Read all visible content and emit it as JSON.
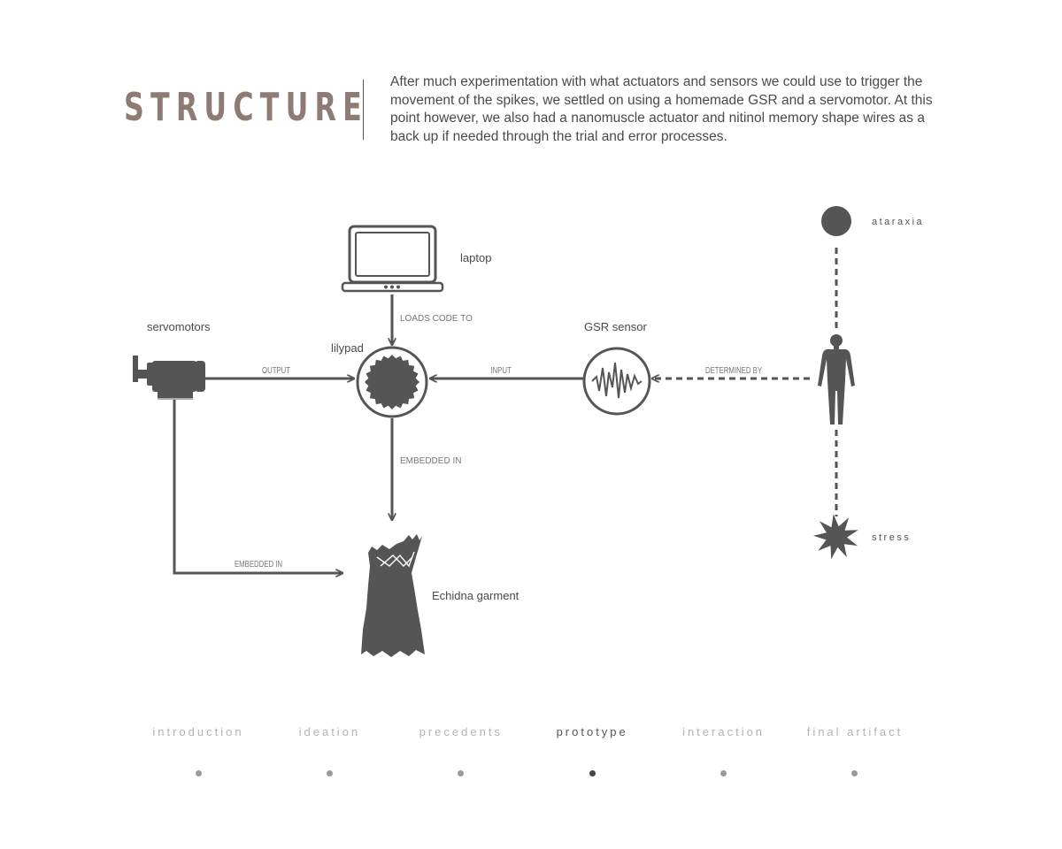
{
  "header": {
    "title": "STRUCTURE",
    "intro": "After much experimentation with what actuators and sensors we could use to trigger the movement of the spikes, we settled on using a homemade GSR and a servomotor. At this point however, we also had a nanomuscle actuator and nitinol memory shape wires as a back up if needed through the trial and error processes."
  },
  "diagram": {
    "nodes": {
      "laptop": "laptop",
      "lilypad": "lilypad",
      "servomotors": "servomotors",
      "gsr": "GSR sensor",
      "garment": "Echidna garment",
      "ataraxia": "ataraxia",
      "stress": "stress"
    },
    "edges": {
      "loads_code_to": "LOADS CODE TO",
      "output": "OUTPUT",
      "input": "INPUT",
      "determined_by": "DETERMINED BY",
      "embedded_in_lilypad": "EMBEDDED IN",
      "embedded_in_servo": "EMBEDDED IN"
    }
  },
  "nav": {
    "items": [
      {
        "label": "introduction"
      },
      {
        "label": "ideation"
      },
      {
        "label": "precedents"
      },
      {
        "label": "prototype",
        "active": true
      },
      {
        "label": "interaction"
      },
      {
        "label": "final artifact"
      }
    ]
  },
  "colors": {
    "title": "#8e7c74",
    "ink": "#555555",
    "nav_inactive": "#b3b3b3",
    "nav_active": "#555555"
  }
}
